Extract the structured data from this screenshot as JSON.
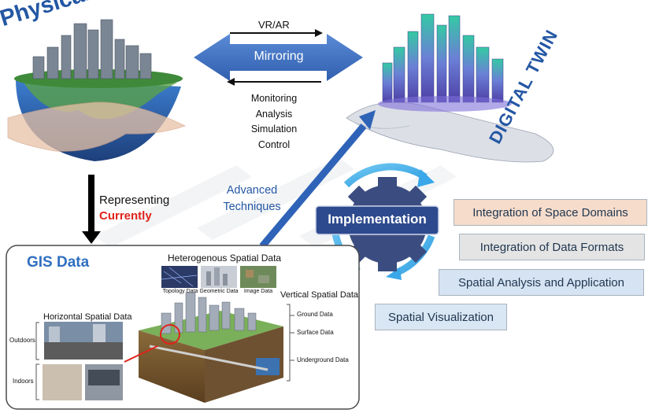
{
  "physical": {
    "title": "Physical world"
  },
  "mirror": {
    "top_label": "VR/AR",
    "center_label": "Mirroring",
    "functions": [
      "Monitoring",
      "Analysis",
      "Simulation",
      "Control"
    ]
  },
  "twin": {
    "title": "DIGITAL TWIN"
  },
  "represent": {
    "line1": "Representing",
    "line2": "Currently"
  },
  "advanced": {
    "line1": "Advanced",
    "line2": "Techniques"
  },
  "implementation": {
    "label": "Implementation"
  },
  "boxes": [
    "Integration of Space Domains",
    "Integration of Data Formats",
    "Spatial Analysis and Application",
    "Spatial Visualization"
  ],
  "gis": {
    "title": "GIS Data",
    "hetero_title": "Heterogenous Spatial Data",
    "hetero_items": [
      "Topology Data",
      "Geometric Data",
      "Image Data"
    ],
    "horizontal_title": "Horizontal Spatial Data",
    "outdoors": "Outdoors",
    "indoors": "Indoors",
    "vertical_title": "Vertical Spatial Data",
    "vertical_items": [
      "Ground Data",
      "Surface Data",
      "Underground Data"
    ]
  },
  "colors": {
    "title_blue": "#2457a4",
    "arrow_blue": "#3f6fbf",
    "gear": "#3b4d80",
    "red": "#e0231b",
    "box1": "#f6dccb",
    "box2": "#e4e4e4",
    "box3": "#d6e3f2",
    "box4": "#d9e6f3"
  }
}
